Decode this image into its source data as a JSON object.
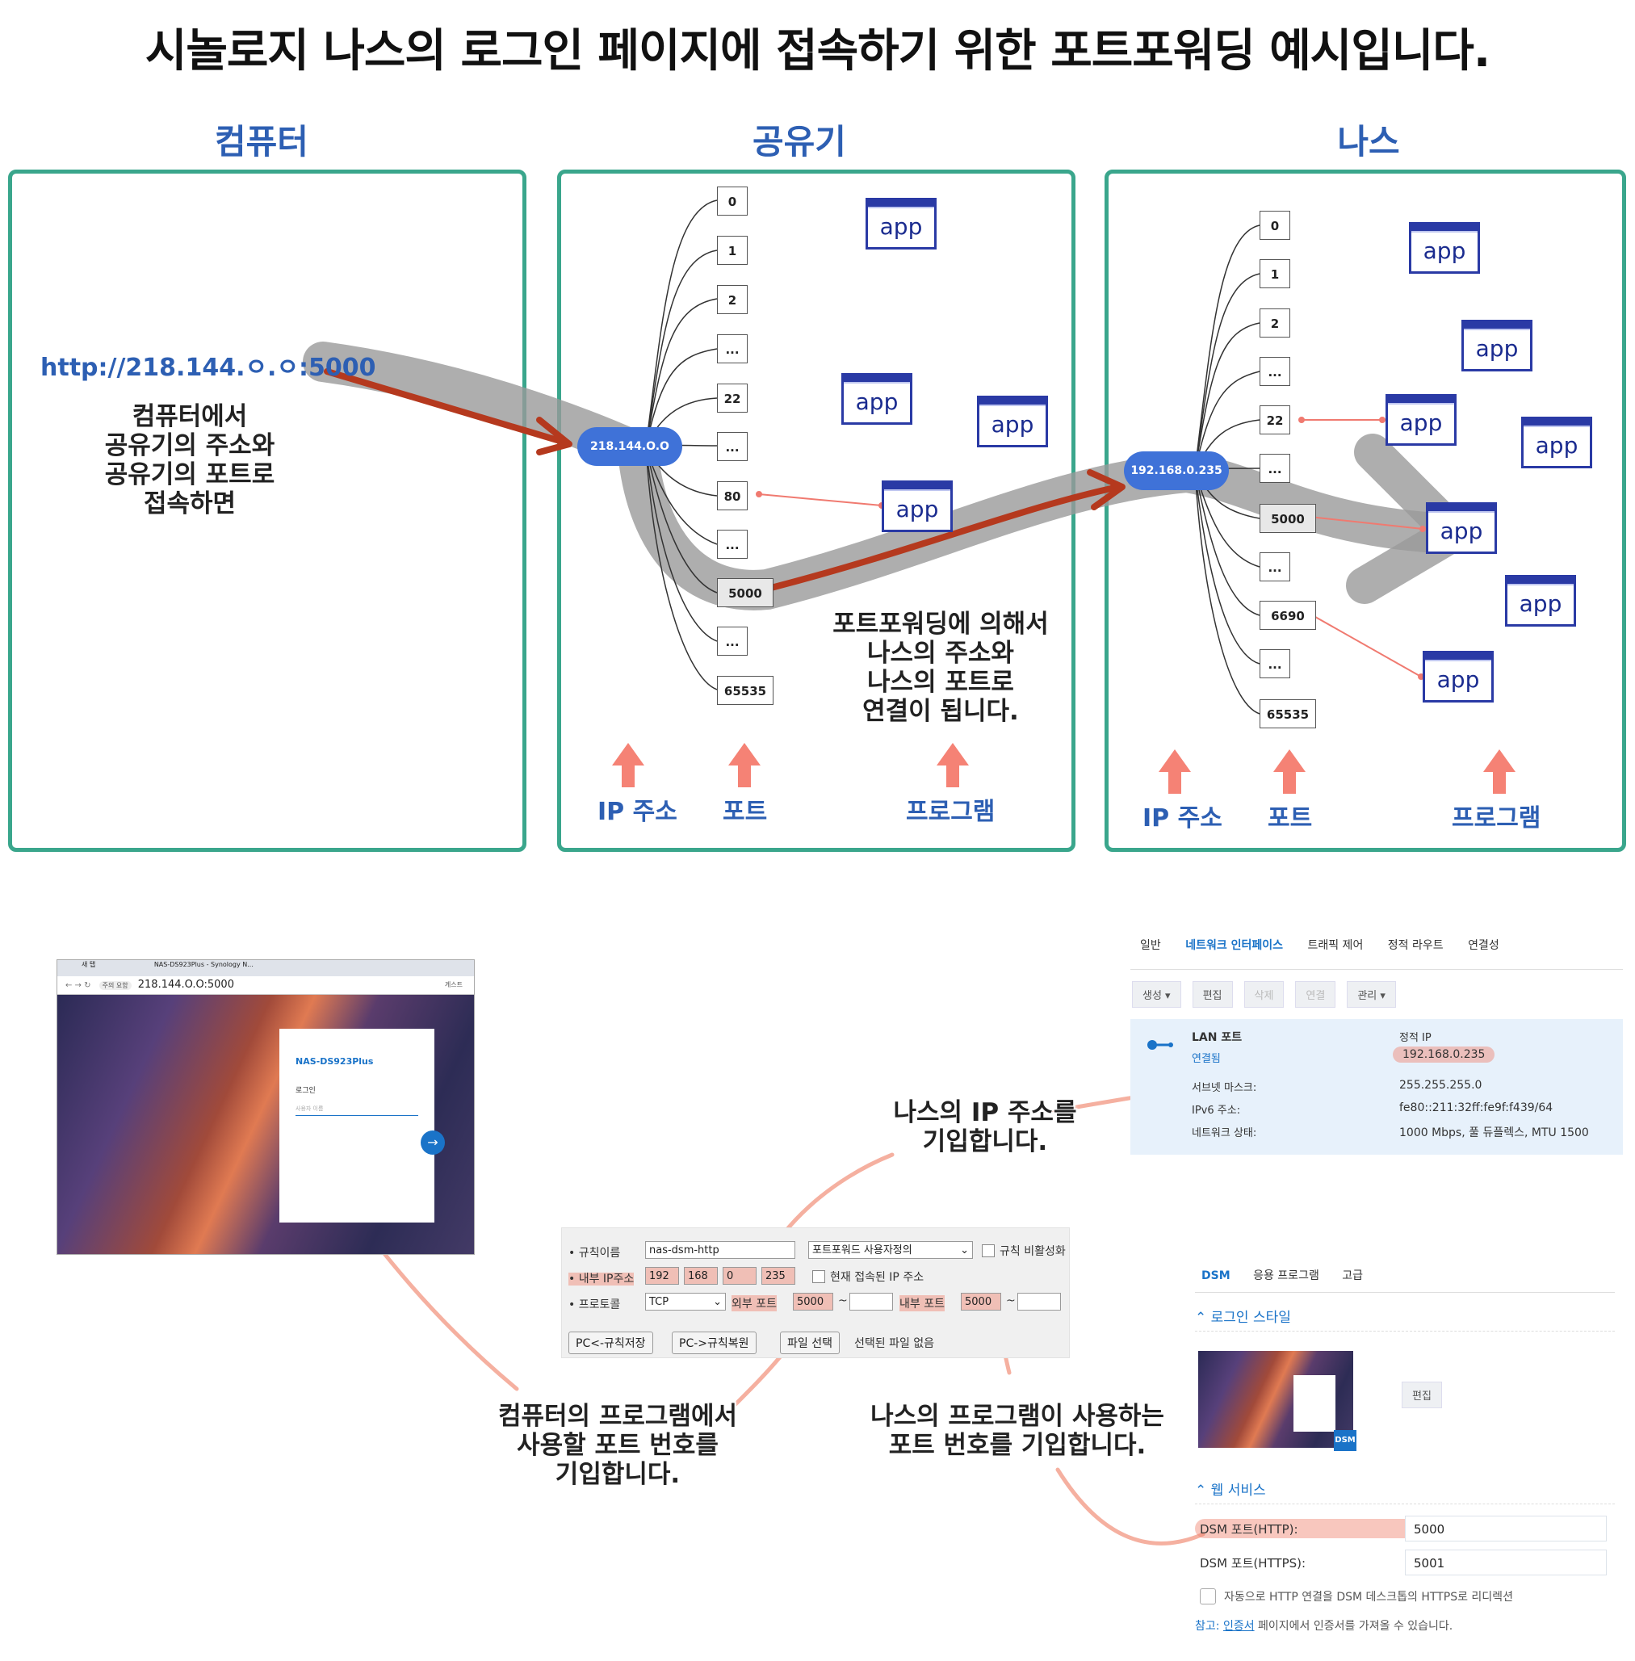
{
  "title": "시놀로지 나스의 로그인 페이지에 접속하기 위한 포트포워딩 예시입니다.",
  "panels": {
    "computer": {
      "heading": "컴퓨터",
      "url": "http://218.144.ㅇ.ㅇ:5000",
      "caption": [
        "컴퓨터에서",
        "공유기의 주소와",
        "공유기의 포트로",
        "접속하면"
      ]
    },
    "router": {
      "heading": "공유기",
      "ip": "218.144.O.O",
      "ports": [
        "0",
        "1",
        "2",
        "...",
        "22",
        "...",
        "80",
        "...",
        "5000",
        "...",
        "65535"
      ],
      "caption": [
        "포트포워딩에 의해서",
        "나스의 주소와",
        "나스의 포트로",
        "연결이 됩니다."
      ],
      "labels": {
        "ip": "IP 주소",
        "port": "포트",
        "program": "프로그램"
      }
    },
    "nas": {
      "heading": "나스",
      "ip": "192.168.0.235",
      "ports": [
        "0",
        "1",
        "2",
        "...",
        "22",
        "...",
        "5000",
        "...",
        "6690",
        "...",
        "65535"
      ],
      "labels": {
        "ip": "IP 주소",
        "port": "포트",
        "program": "프로그램"
      }
    },
    "app_label": "app"
  },
  "browser": {
    "tabs": [
      "새 탭",
      "NAS-DS923Plus - Synology N..."
    ],
    "address": "218.144.O.O:5000",
    "security": "주의 요함",
    "guest": "게스트",
    "login_title": "NAS-DS923Plus",
    "login_heading": "로그인",
    "username_placeholder": "사용자 이름"
  },
  "network": {
    "tabs": [
      "일반",
      "네트워크 인터페이스",
      "트래픽 제어",
      "정적 라우트",
      "연결성"
    ],
    "active_tab": "네트워크 인터페이스",
    "buttons": [
      "생성 ▾",
      "편집",
      "삭제",
      "연결",
      "관리 ▾"
    ],
    "lan_title": "LAN 포트",
    "lan_status": "연결됨",
    "static_ip_label": "정적 IP",
    "static_ip": "192.168.0.235",
    "rows": [
      {
        "label": "서브넷 마스크:",
        "value": "255.255.255.0"
      },
      {
        "label": "IPv6 주소:",
        "value": "fe80::211:32ff:fe9f:f439/64"
      },
      {
        "label": "네트워크 상태:",
        "value": "1000 Mbps, 풀 듀플렉스, MTU 1500"
      }
    ]
  },
  "forward_form": {
    "rule_name_label": "• 규칙이름",
    "rule_name": "nas-dsm-http",
    "preset": "포트포워드 사용자정의",
    "disable_label": "규칙 비활성화",
    "internal_ip_label": "• 내부 IP주소",
    "ip_parts": [
      "192",
      "168",
      "0",
      "235"
    ],
    "current_ip_label": "현재 접속된 IP 주소",
    "protocol_label": "• 프로토콜",
    "protocol": "TCP",
    "external_port_label": "외부 포트",
    "external_port": "5000",
    "internal_port_label": "내부 포트",
    "internal_port": "5000",
    "buttons": [
      "PC<-규칙저장",
      "PC->규칙복원",
      "파일 선택"
    ],
    "no_file": "선택된 파일 없음"
  },
  "dsm": {
    "tabs": [
      "DSM",
      "응용 프로그램",
      "고급"
    ],
    "login_style": "로그인 스타일",
    "edit": "편집",
    "web_service": "웹 서비스",
    "http_label": "DSM 포트(HTTP):",
    "http_port": "5000",
    "https_label": "DSM 포트(HTTPS):",
    "https_port": "5001",
    "redirect": "자동으로 HTTP 연결을 DSM 데스크톱의 HTTPS로 리디렉션",
    "note_prefix": "참고:",
    "note_link": "인증서",
    "note_suffix": "페이지에서 인증서를 가져올 수 있습니다."
  },
  "annotations": {
    "nas_ip": [
      "나스의 IP 주소를",
      "기입합니다."
    ],
    "pc_port": [
      "컴퓨터의 프로그램에서",
      "사용할 포트 번호를",
      "기입합니다."
    ],
    "nas_port": [
      "나스의 프로그램이 사용하는",
      "포트 번호를 기입합니다."
    ]
  }
}
